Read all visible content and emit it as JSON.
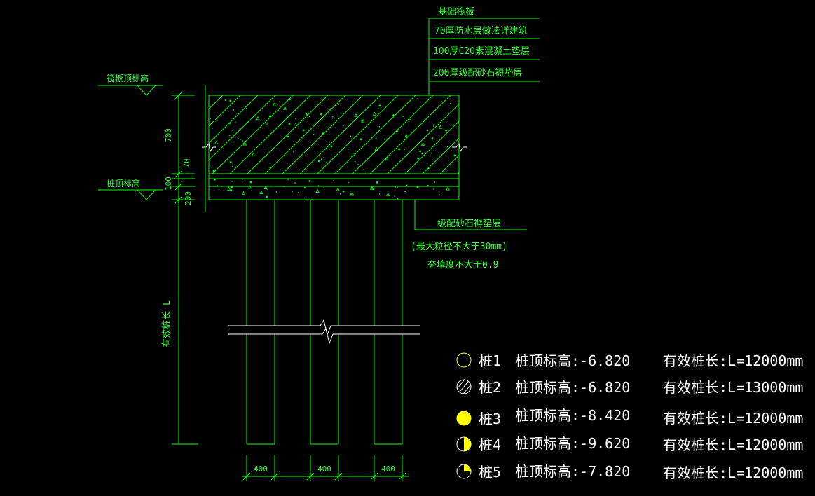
{
  "layers": {
    "header": "基础筏板",
    "items": [
      "70厚防水层做法详建筑",
      "100厚C20素混凝土垫层",
      "200厚级配砂石褥垫层"
    ]
  },
  "labels": {
    "raft_top_elev": "筏板顶标高",
    "pile_top_elev": "桩顶标高",
    "effective_len": "有效桩长 L"
  },
  "dims": {
    "raft": "700",
    "waterproof": "70",
    "concrete": "100",
    "gravel": "200",
    "pile_widths": [
      "400",
      "400",
      "400"
    ]
  },
  "gravel_note": {
    "title": "级配砂石褥垫层",
    "line1": "(最大粒径不大于30mm)",
    "line2": "夯填度不大于0.9"
  },
  "legend": [
    {
      "symbol": "empty-circle",
      "name": "桩1",
      "top": "桩顶标高:-6.820",
      "len": "有效桩长:L=12000mm"
    },
    {
      "symbol": "hatched-circle",
      "name": "桩2",
      "top": "桩顶标高:-6.820",
      "len": "有效桩长:L=13000mm"
    },
    {
      "symbol": "filled-circle",
      "name": "桩3",
      "top": "桩顶标高:-8.420",
      "len": "有效桩长:L=12000mm"
    },
    {
      "symbol": "half-circle",
      "name": "桩4",
      "top": "桩顶标高:-9.620",
      "len": "有效桩长:L=12000mm"
    },
    {
      "symbol": "quarter-circle",
      "name": "桩5",
      "top": "桩顶标高:-7.820",
      "len": "有效桩长:L=12000mm"
    }
  ],
  "colors": {
    "line": "#00ff00",
    "text": "#ffffff",
    "legend_fill": "#ffff00"
  }
}
